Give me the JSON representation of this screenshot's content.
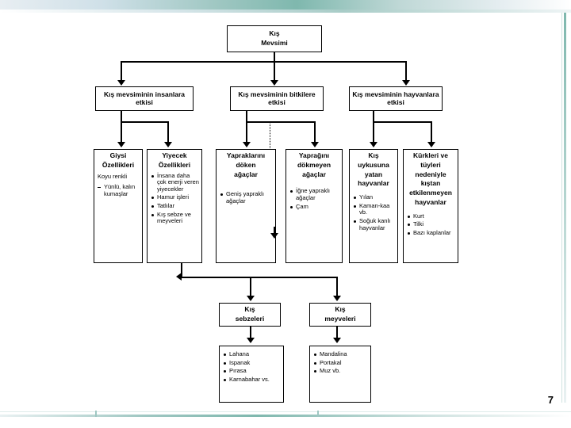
{
  "slide": {
    "page_number": "7"
  },
  "diagram": {
    "type": "flowchart",
    "root": {
      "line1": "Kış",
      "line2": "Mevsimi"
    },
    "level1": [
      {
        "id": "insan",
        "text": "Kış mevsiminin insanlara etkisi"
      },
      {
        "id": "bitki",
        "text": "Kış mevsiminin bitkilere etkisi"
      },
      {
        "id": "hayvan",
        "text": "Kış mevsiminin hayvanlara etkisi"
      }
    ],
    "level2": [
      {
        "id": "giysi",
        "title_line1": "Giysi",
        "title_line2": "Özellikleri",
        "items": [
          "Koyu renkli",
          "Yünlü, kalın kumaşlar"
        ]
      },
      {
        "id": "yiyecek",
        "title_line1": "Yiyecek",
        "title_line2": "Özellikleri",
        "items": [
          "İnsana daha çok enerji veren yiyecekler",
          "Hamur işleri",
          "Tatlılar",
          "Kış sebze ve meyveleri"
        ]
      },
      {
        "id": "dokenagac",
        "title_line1": "Yapraklarını",
        "title_line2": "döken",
        "title_line3": "ağaçlar",
        "items": [
          "Geniş yapraklı ağaçlar"
        ]
      },
      {
        "id": "dokmeyenagac",
        "title_line1": "Yaprağını",
        "title_line2": "dökmeyen",
        "title_line3": "ağaçlar",
        "items": [
          "İğne yapraklı ağaçlar",
          "Çam"
        ]
      },
      {
        "id": "uyku",
        "title_line1": "Kış",
        "title_line2": "uykusuna",
        "title_line3": "yatan",
        "title_line4": "hayvanlar",
        "items": [
          "Yılan",
          "Kaman-kaa vb.",
          "Soğuk kanlı hayvanlar"
        ]
      },
      {
        "id": "etkilenmeyen",
        "title_line1": "Kürkleri ve",
        "title_line2": "tüyleri",
        "title_line3": "nedeniyle",
        "title_line4": "kıştan",
        "title_line5": "etkilenmeyen",
        "title_line6": "hayvanlar",
        "items": [
          "Kurt",
          "Tilki",
          "Bazı kaplanlar"
        ]
      }
    ],
    "level3": [
      {
        "id": "sebze",
        "title_line1": "Kış",
        "title_line2": "sebzeleri",
        "items": [
          "Lahana",
          "Ispanak",
          "Pırasa",
          "Karnabahar vs."
        ]
      },
      {
        "id": "meyve",
        "title_line1": "Kış",
        "title_line2": "meyveleri",
        "items": [
          "Mandalina",
          "Portakal",
          "Muz vb."
        ]
      }
    ]
  }
}
